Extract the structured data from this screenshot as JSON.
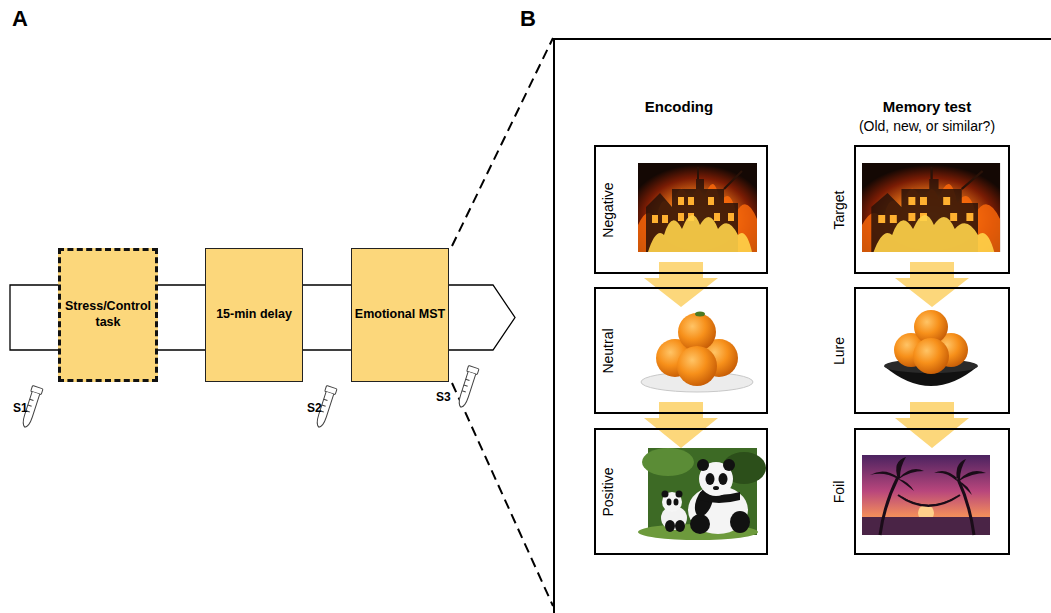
{
  "diagram": {
    "nodes": [
      {
        "text": [
          "Stress/Control task"
        ]
      },
      {
        "text": [
          "15-min delay"
        ]
      },
      {
        "text": [
          "Emotional MST"
        ]
      },
      {
        "text": [
          "Encoding",
          "Memory test",
          "(Old, new, or similar?)"
        ]
      },
      {
        "text": [
          "Negative"
        ],
        "in": 3
      },
      {
        "text": [
          "Neutral"
        ],
        "in": 3
      },
      {
        "text": [
          "Positive"
        ],
        "in": 3
      },
      {
        "text": [
          "Target"
        ],
        "in": 3
      },
      {
        "text": [
          "Lure"
        ],
        "in": 3
      },
      {
        "text": [
          "Foil"
        ],
        "in": 3
      }
    ],
    "edges": [
      {
        "from": 0,
        "to": 1,
        "arrow": "none"
      },
      {
        "from": 1,
        "to": 2,
        "arrow": "none"
      },
      {
        "from": 4,
        "to": 5,
        "arrow": "to"
      },
      {
        "from": 5,
        "to": 6,
        "arrow": "to"
      },
      {
        "from": 7,
        "to": 8,
        "arrow": "to"
      },
      {
        "from": 8,
        "to": 9,
        "arrow": "to"
      }
    ],
    "labels": [
      "A",
      "B",
      "S1",
      "S2",
      "S3"
    ]
  }
}
